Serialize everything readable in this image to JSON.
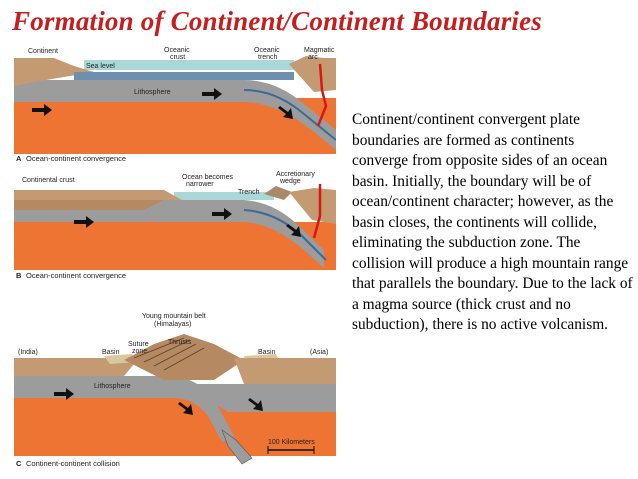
{
  "title": "Formation of Continent/Continent Boundaries",
  "description": "Continent/continent convergent plate boundaries are formed as continents converge from opposite sides of an ocean basin.  Initially, the boundary will be of ocean/continent character; however, as the basin closes, the continents will collide, eliminating the subduction zone.  The collision will produce a high mountain range that parallels the boundary.  Due to the lack of a magma source (thick crust and no subduction), there is no active volcanism.",
  "colors": {
    "title": "#c41e1e",
    "mantle": "#ee7433",
    "lithosphere": "#9c9c9c",
    "crust": "#c49a72",
    "ocean": "#a9d8d6",
    "magma": "#d21a1a"
  },
  "panel_a": {
    "letter": "A",
    "caption": "Ocean-continent convergence",
    "labels": {
      "continent": "Continent",
      "oceanic_crust_1": "Oceanic",
      "oceanic_crust_2": "crust",
      "oceanic_trench_1": "Oceanic",
      "oceanic_trench_2": "trench",
      "magmatic_arc_1": "Magmatic",
      "magmatic_arc_2": "arc",
      "sea_level": "Sea level",
      "lithosphere": "Lithosphere"
    }
  },
  "panel_b": {
    "letter": "B",
    "caption": "Ocean-continent convergence",
    "labels": {
      "continental_crust": "Continental crust",
      "ocean_narrower_1": "Ocean becomes",
      "ocean_narrower_2": "narrower",
      "trench": "Trench",
      "accretionary_1": "Accretionary",
      "accretionary_2": "wedge"
    }
  },
  "panel_c": {
    "letter": "C",
    "caption": "Continent-continent collision",
    "labels": {
      "mountain_1": "Young mountain belt",
      "mountain_2": "(Himalayas)",
      "india": "(India)",
      "basin_left": "Basin",
      "suture_1": "Suture",
      "suture_2": "zone",
      "thrusts": "Thrusts",
      "basin_right": "Basin",
      "asia": "(Asia)",
      "lithosphere": "Lithosphere",
      "scale": "100 Kilometers"
    }
  }
}
